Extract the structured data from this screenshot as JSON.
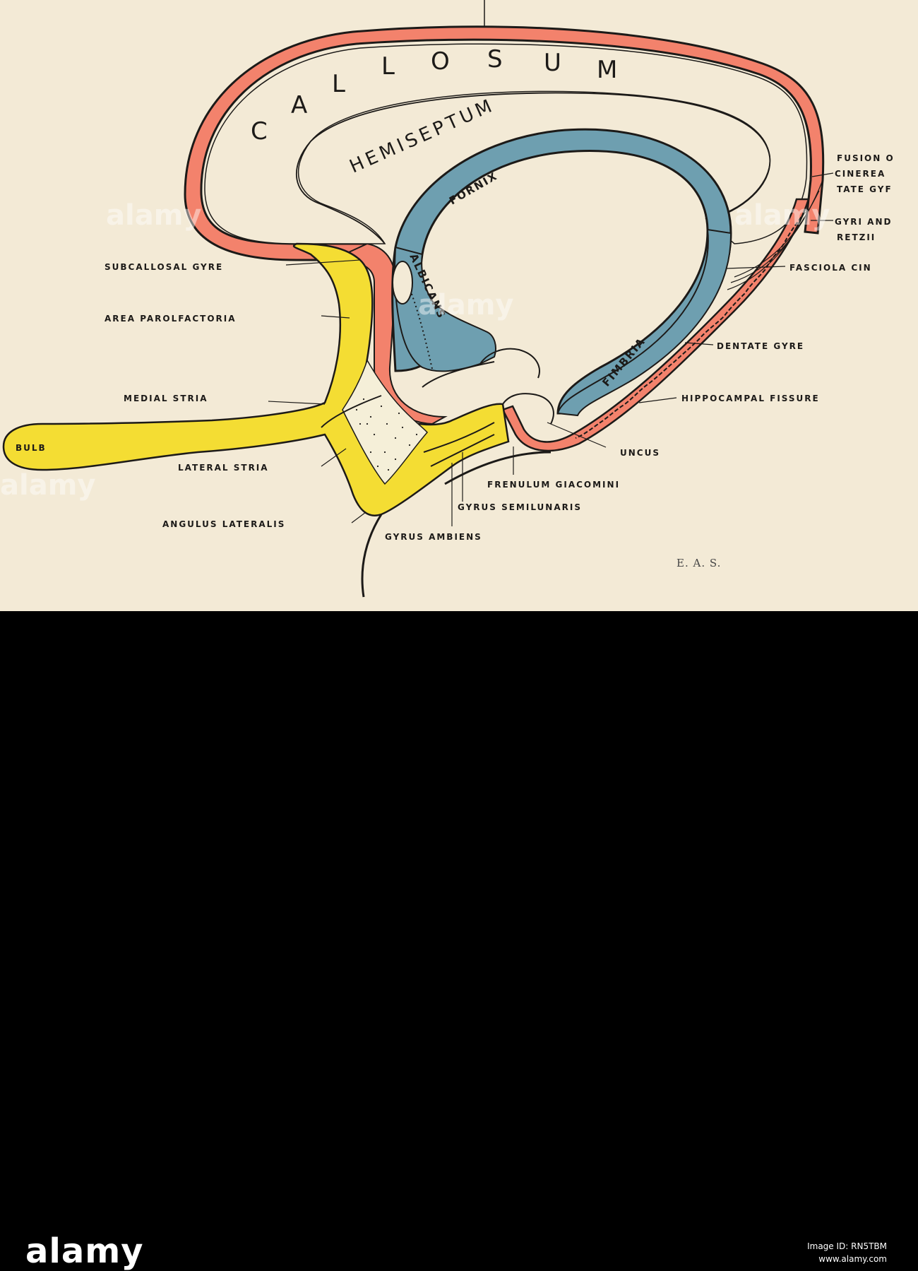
{
  "diagram": {
    "center_labels": {
      "callosum_letters": [
        "C",
        "A",
        "L",
        "L",
        "O",
        "S",
        "U",
        "M"
      ],
      "hemiseptum": "HEMISEPTUM",
      "fornix": "FORNIX",
      "albicans": "ALBICANS",
      "fimbria": "FIMBRIA",
      "bulb": "BULB"
    },
    "left_labels": {
      "subcallosal": "SUBCALLOSAL GYRE",
      "parolfactoria": "AREA PAROLFACTORIA",
      "medial_stria": "MEDIAL STRIA",
      "lateral_stria": "LATERAL STRIA",
      "angulus": "ANGULUS LATERALIS"
    },
    "bottom_labels": {
      "frenulum": "FRENULUM GIACOMINI",
      "semilunaris": "GYRUS SEMILUNARIS",
      "ambiens": "GYRUS AMBIENS",
      "uncus": "UNCUS"
    },
    "right_labels": {
      "fusion_1": "FUSION O",
      "fusion_2": "CINEREA",
      "fusion_3": "TATE GYF",
      "gyri_1": "GYRI AND",
      "gyri_2": "RETZII",
      "fasciola": "FASCIOLA CIN",
      "dentate": "DENTATE GYRE",
      "hippocampal": "HIPPOCAMPAL FISSURE"
    },
    "signature": "E. A. S.",
    "colors": {
      "background": "#f3ead6",
      "red_cortex": "#f3826c",
      "blue_fornix": "#6e9fb0",
      "yellow_olfactory": "#f4dd33",
      "outline": "#1c1a18"
    }
  },
  "watermark": {
    "text": "alamy",
    "logo": "alamy",
    "image_id_line": "Image ID: RN5TBM",
    "site": "www.alamy.com"
  }
}
